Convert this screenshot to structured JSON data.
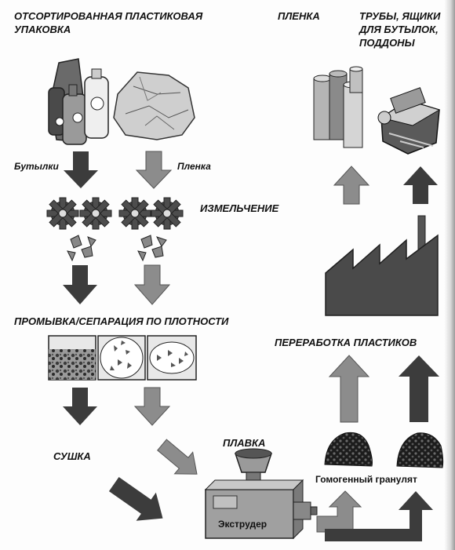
{
  "labels": {
    "sorted_packaging_line1": "ОТСОРТИРОВАННАЯ ПЛАСТИКОВАЯ",
    "sorted_packaging_line2": "УПАКОВКА",
    "film_top": "ПЛЕНКА",
    "pipes_line1": "ТРУБЫ, ЯЩИКИ",
    "pipes_line2": "ДЛЯ БУТЫЛОК,",
    "pipes_line3": "ПОДДОНЫ",
    "bottles": "Бутылки",
    "film": "Пленка",
    "shredding": "ИЗМЕЛЬЧЕНИЕ",
    "washing": "ПРОМЫВКА/СЕПАРАЦИЯ ПО ПЛОТНОСТИ",
    "plastics_processing": "ПЕРЕРАБОТКА ПЛАСТИКОВ",
    "drying": "СУШКА",
    "melting": "ПЛАВКА",
    "homogeneous_granulate": "Гомогенный гранулят",
    "extruder": "Экструдер"
  },
  "colors": {
    "dark_arrow": "#3c3c3c",
    "light_arrow": "#8c8c8c",
    "factory": "#4a4a4a",
    "text": "#111111"
  }
}
